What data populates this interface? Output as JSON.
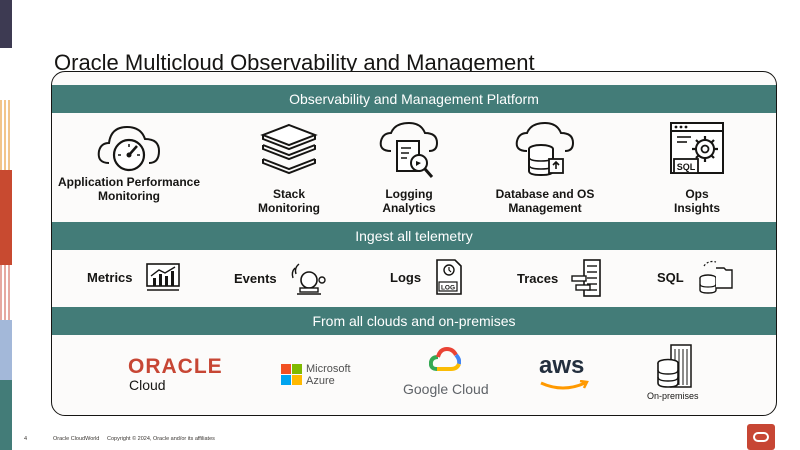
{
  "slide": {
    "title": "Oracle Multicloud Observability and Management",
    "page_number": "4",
    "footer_brand": "Oracle CloudWorld",
    "footer_copyright": "Copyright © 2024, Oracle and/or its affiliates"
  },
  "platform": {
    "header": "Observability and Management Platform",
    "products": [
      {
        "label": "Application Performance\nMonitoring",
        "icon": "gauge-cloud-icon"
      },
      {
        "label": "Stack\nMonitoring",
        "icon": "stack-layers-icon"
      },
      {
        "label": "Logging\nAnalytics",
        "icon": "log-search-cloud-icon"
      },
      {
        "label": "Database and OS\nManagement",
        "icon": "database-cloud-icon"
      },
      {
        "label": "Ops\nInsights",
        "icon": "sql-gear-window-icon"
      }
    ]
  },
  "telemetry": {
    "header": "Ingest all telemetry",
    "items": [
      {
        "label": "Metrics",
        "icon": "metrics-chart-icon"
      },
      {
        "label": "Events",
        "icon": "alarm-bell-icon"
      },
      {
        "label": "Logs",
        "icon": "log-file-icon"
      },
      {
        "label": "Traces",
        "icon": "trace-timeline-icon"
      },
      {
        "label": "SQL",
        "icon": "sql-database-icon"
      }
    ]
  },
  "sources": {
    "header": "From all clouds and on-premises",
    "oracle": {
      "wordmark": "ORACLE",
      "sub": "Cloud"
    },
    "azure": {
      "line1": "Microsoft",
      "line2": "Azure"
    },
    "google": {
      "label": "Google Cloud"
    },
    "aws": {
      "label": "aws"
    },
    "onprem": {
      "label": "On-premises"
    }
  },
  "colors": {
    "band": "#437c78",
    "oracle_red": "#c74634",
    "frame_bg": "#fcfbfa"
  }
}
